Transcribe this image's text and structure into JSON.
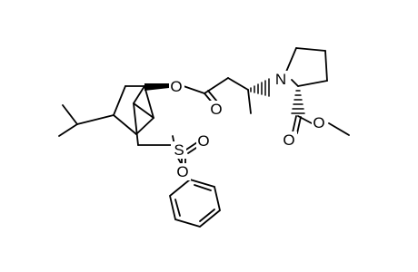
{
  "atoms": {
    "o_ester_link": "O",
    "o_ester_carbonyl": "O",
    "n_pyrrolidine": "N",
    "o_methyl_ester_carbonyl": "O",
    "o_methyl_ester": "O",
    "s_sulfonyl": "S",
    "o_sulfonyl_1": "O",
    "o_sulfonyl_2": "O"
  }
}
